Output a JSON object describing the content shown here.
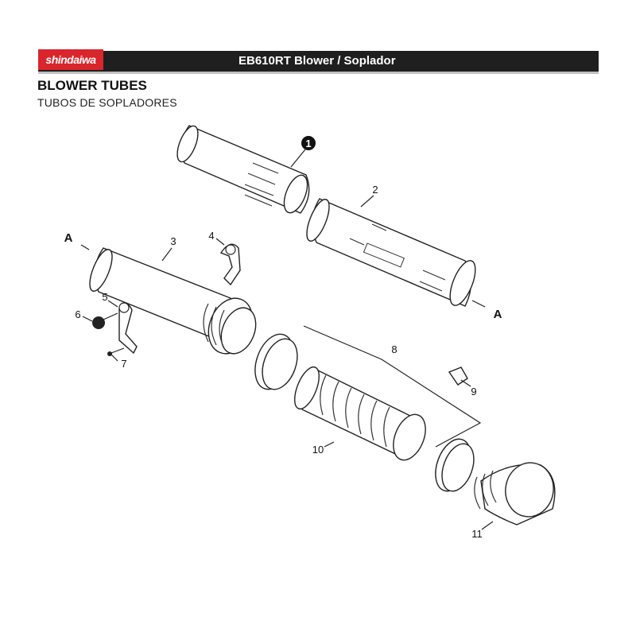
{
  "header": {
    "brand": "shindaiwa",
    "title": "EB610RT Blower / Soplador",
    "brand_color": "#d8262c",
    "bar_color": "#1f1f1f"
  },
  "section": {
    "title": "BLOWER TUBES",
    "subtitle": "TUBOS DE SOPLADORES"
  },
  "callouts": {
    "c1": "1",
    "c2": "2",
    "c3": "3",
    "c4": "4",
    "c5": "5",
    "c6": "6",
    "c7": "7",
    "c8": "8",
    "c9": "9",
    "c10": "10",
    "c11": "11"
  },
  "refs": {
    "left": "A",
    "right": "A"
  }
}
